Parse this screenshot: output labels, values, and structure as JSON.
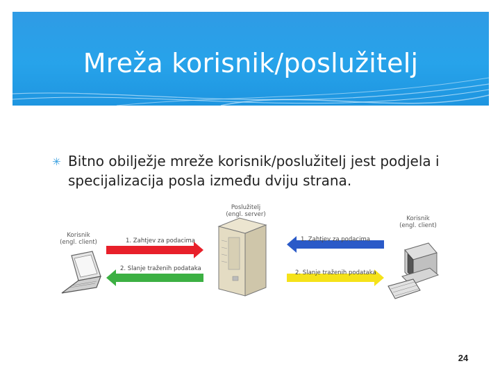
{
  "slide": {
    "title": "Mreža korisnik/poslužitelj",
    "bullet": "Bitno obilježje mreže korisnik/poslužitelj jest podjela i specijalizacija posla između dviju strana.",
    "page_number": "24"
  },
  "diagram": {
    "server_label": "Poslužitelj",
    "server_sublabel": "(engl. server)",
    "left_client_label": "Korisnik",
    "left_client_sublabel": "(engl. client)",
    "right_client_label": "Korisnik",
    "right_client_sublabel": "(engl. client)",
    "left_request": "1. Zahtjev za podacima",
    "left_response": "2. Slanje traženih podataka",
    "right_request": "1. Zahtjev za podacima",
    "right_response": "2. Slanje traženih podataka"
  },
  "colors": {
    "header": "#27a3ea",
    "arrow_red": "#e8202a",
    "arrow_green": "#3cb043",
    "arrow_blue": "#2a5ac8",
    "arrow_yellow": "#f5e21a"
  }
}
